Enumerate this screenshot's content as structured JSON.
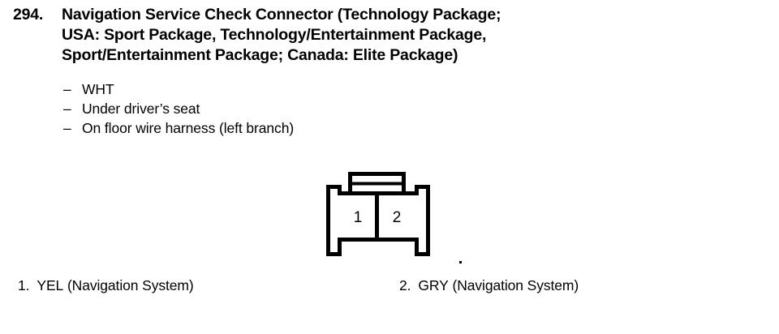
{
  "entry": {
    "number": "294.",
    "title_lines": [
      "Navigation Service Check Connector (Technology Package;",
      "USA: Sport Package, Technology/Entertainment Package,",
      "Sport/Entertainment Package; Canada: Elite Package)"
    ],
    "specs": [
      {
        "dash": "–",
        "text": "WHT"
      },
      {
        "dash": "–",
        "text": "Under driver’s seat"
      },
      {
        "dash": "–",
        "text": "On floor wire harness (left branch)"
      }
    ]
  },
  "connector": {
    "cavities": [
      {
        "number": "1"
      },
      {
        "number": "2"
      }
    ],
    "line_color": "#000000",
    "fill_color": "#ffffff"
  },
  "terminal_legend": [
    {
      "index": "1.",
      "color_code": "YEL",
      "circuit": "(Navigation System)"
    },
    {
      "index": "2.",
      "color_code": "GRY",
      "circuit": "(Navigation System)"
    }
  ]
}
